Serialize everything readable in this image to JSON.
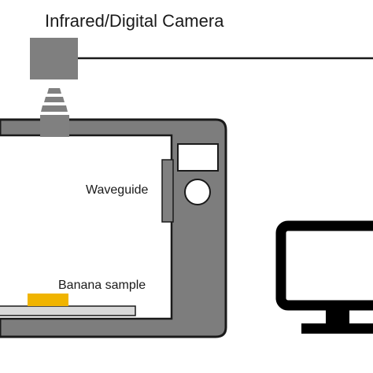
{
  "labels": {
    "camera": "Infrared/Digital Camera",
    "waveguide": "Waveguide",
    "sample": "Banana sample"
  },
  "colors": {
    "oven_body": "#7d7d7d",
    "outline": "#1a1a1a",
    "camera": "#7f7f7f",
    "lens": "#808080",
    "waveguide": "#808080",
    "sample": "#f0b400",
    "tray": "#d9d9d9",
    "monitor": "#000000",
    "background": "#ffffff"
  },
  "icons": {
    "camera": "camera-icon",
    "lens": "lens-icon",
    "monitor": "monitor-icon",
    "knob": "knob-icon"
  }
}
